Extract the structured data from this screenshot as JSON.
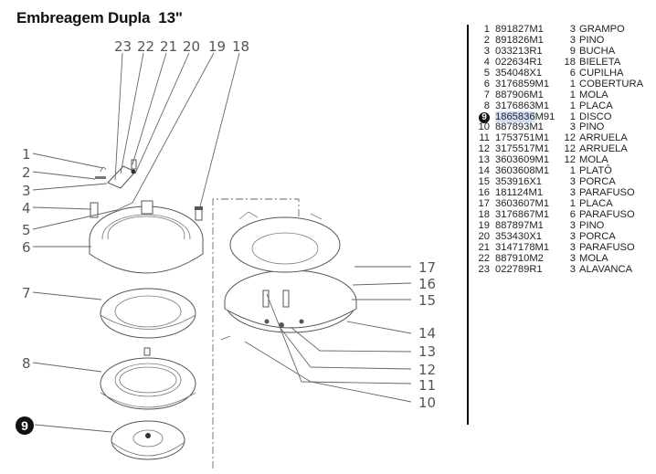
{
  "title": "Embreagem Dupla  13\"",
  "highlighted_item": "9",
  "callouts": {
    "left": [
      "1",
      "2",
      "3",
      "4",
      "5",
      "6",
      "7",
      "8",
      "9"
    ],
    "top": [
      "23",
      "22",
      "21",
      "20",
      "19",
      "18"
    ],
    "right": [
      "17",
      "16",
      "15",
      "14",
      "13",
      "12",
      "11",
      "10"
    ]
  },
  "parts": [
    {
      "num": "1",
      "code": "891827M1",
      "qty": "3",
      "desc": "GRAMPO"
    },
    {
      "num": "2",
      "code": "891826M1",
      "qty": "3",
      "desc": "PINO"
    },
    {
      "num": "3",
      "code": "033213R1",
      "qty": "9",
      "desc": "BUCHA"
    },
    {
      "num": "4",
      "code": "022634R1",
      "qty": "18",
      "desc": "BIELETA"
    },
    {
      "num": "5",
      "code": "354048X1",
      "qty": "6",
      "desc": "CUPILHA"
    },
    {
      "num": "6",
      "code": "3176859M1",
      "qty": "1",
      "desc": "COBERTURA"
    },
    {
      "num": "7",
      "code": "887906M1",
      "qty": "1",
      "desc": "MOLA"
    },
    {
      "num": "8",
      "code": "3176863M1",
      "qty": "1",
      "desc": "PLACA"
    },
    {
      "num": "9",
      "code_selected": "1865836",
      "code_rest": "M91",
      "qty": "1",
      "desc": "DISCO"
    },
    {
      "num": "10",
      "code": "887893M1",
      "qty": "3",
      "desc": "PINO"
    },
    {
      "num": "11",
      "code": "1753751M1",
      "qty": "12",
      "desc": "ARRUELA"
    },
    {
      "num": "12",
      "code": "3175517M1",
      "qty": "12",
      "desc": "ARRUELA"
    },
    {
      "num": "13",
      "code": "3603609M1",
      "qty": "12",
      "desc": "MOLA"
    },
    {
      "num": "14",
      "code": "3603608M1",
      "qty": "1",
      "desc": "PLATÔ"
    },
    {
      "num": "15",
      "code": "353916X1",
      "qty": "3",
      "desc": "PORCA"
    },
    {
      "num": "16",
      "code": "181124M1",
      "qty": "3",
      "desc": "PARAFUSO"
    },
    {
      "num": "17",
      "code": "3603607M1",
      "qty": "1",
      "desc": "PLACA"
    },
    {
      "num": "18",
      "code": "3176867M1",
      "qty": "6",
      "desc": "PARAFUSO"
    },
    {
      "num": "19",
      "code": "887897M1",
      "qty": "3",
      "desc": "PINO"
    },
    {
      "num": "20",
      "code": "353430X1",
      "qty": "3",
      "desc": "PORCA"
    },
    {
      "num": "21",
      "code": "3147178M1",
      "qty": "3",
      "desc": "PARAFUSO"
    },
    {
      "num": "22",
      "code": "887910M2",
      "qty": "3",
      "desc": "MOLA"
    },
    {
      "num": "23",
      "code": "022789R1",
      "qty": "3",
      "desc": "ALAVANCA"
    }
  ]
}
